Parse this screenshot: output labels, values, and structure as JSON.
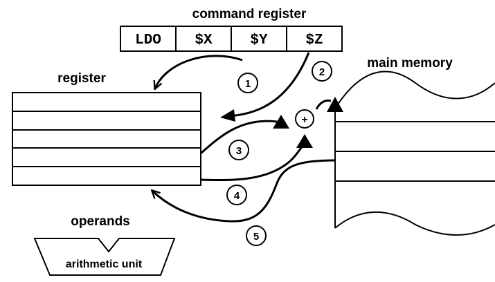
{
  "labels": {
    "command_register": "command register",
    "register": "register",
    "main_memory": "main memory",
    "operands": "operands",
    "arithmetic_unit": "arithmetic unit",
    "adder": "+"
  },
  "command_fields": [
    "LDO",
    "$X",
    "$Y",
    "$Z"
  ],
  "steps": [
    "1",
    "2",
    "3",
    "4",
    "5"
  ]
}
